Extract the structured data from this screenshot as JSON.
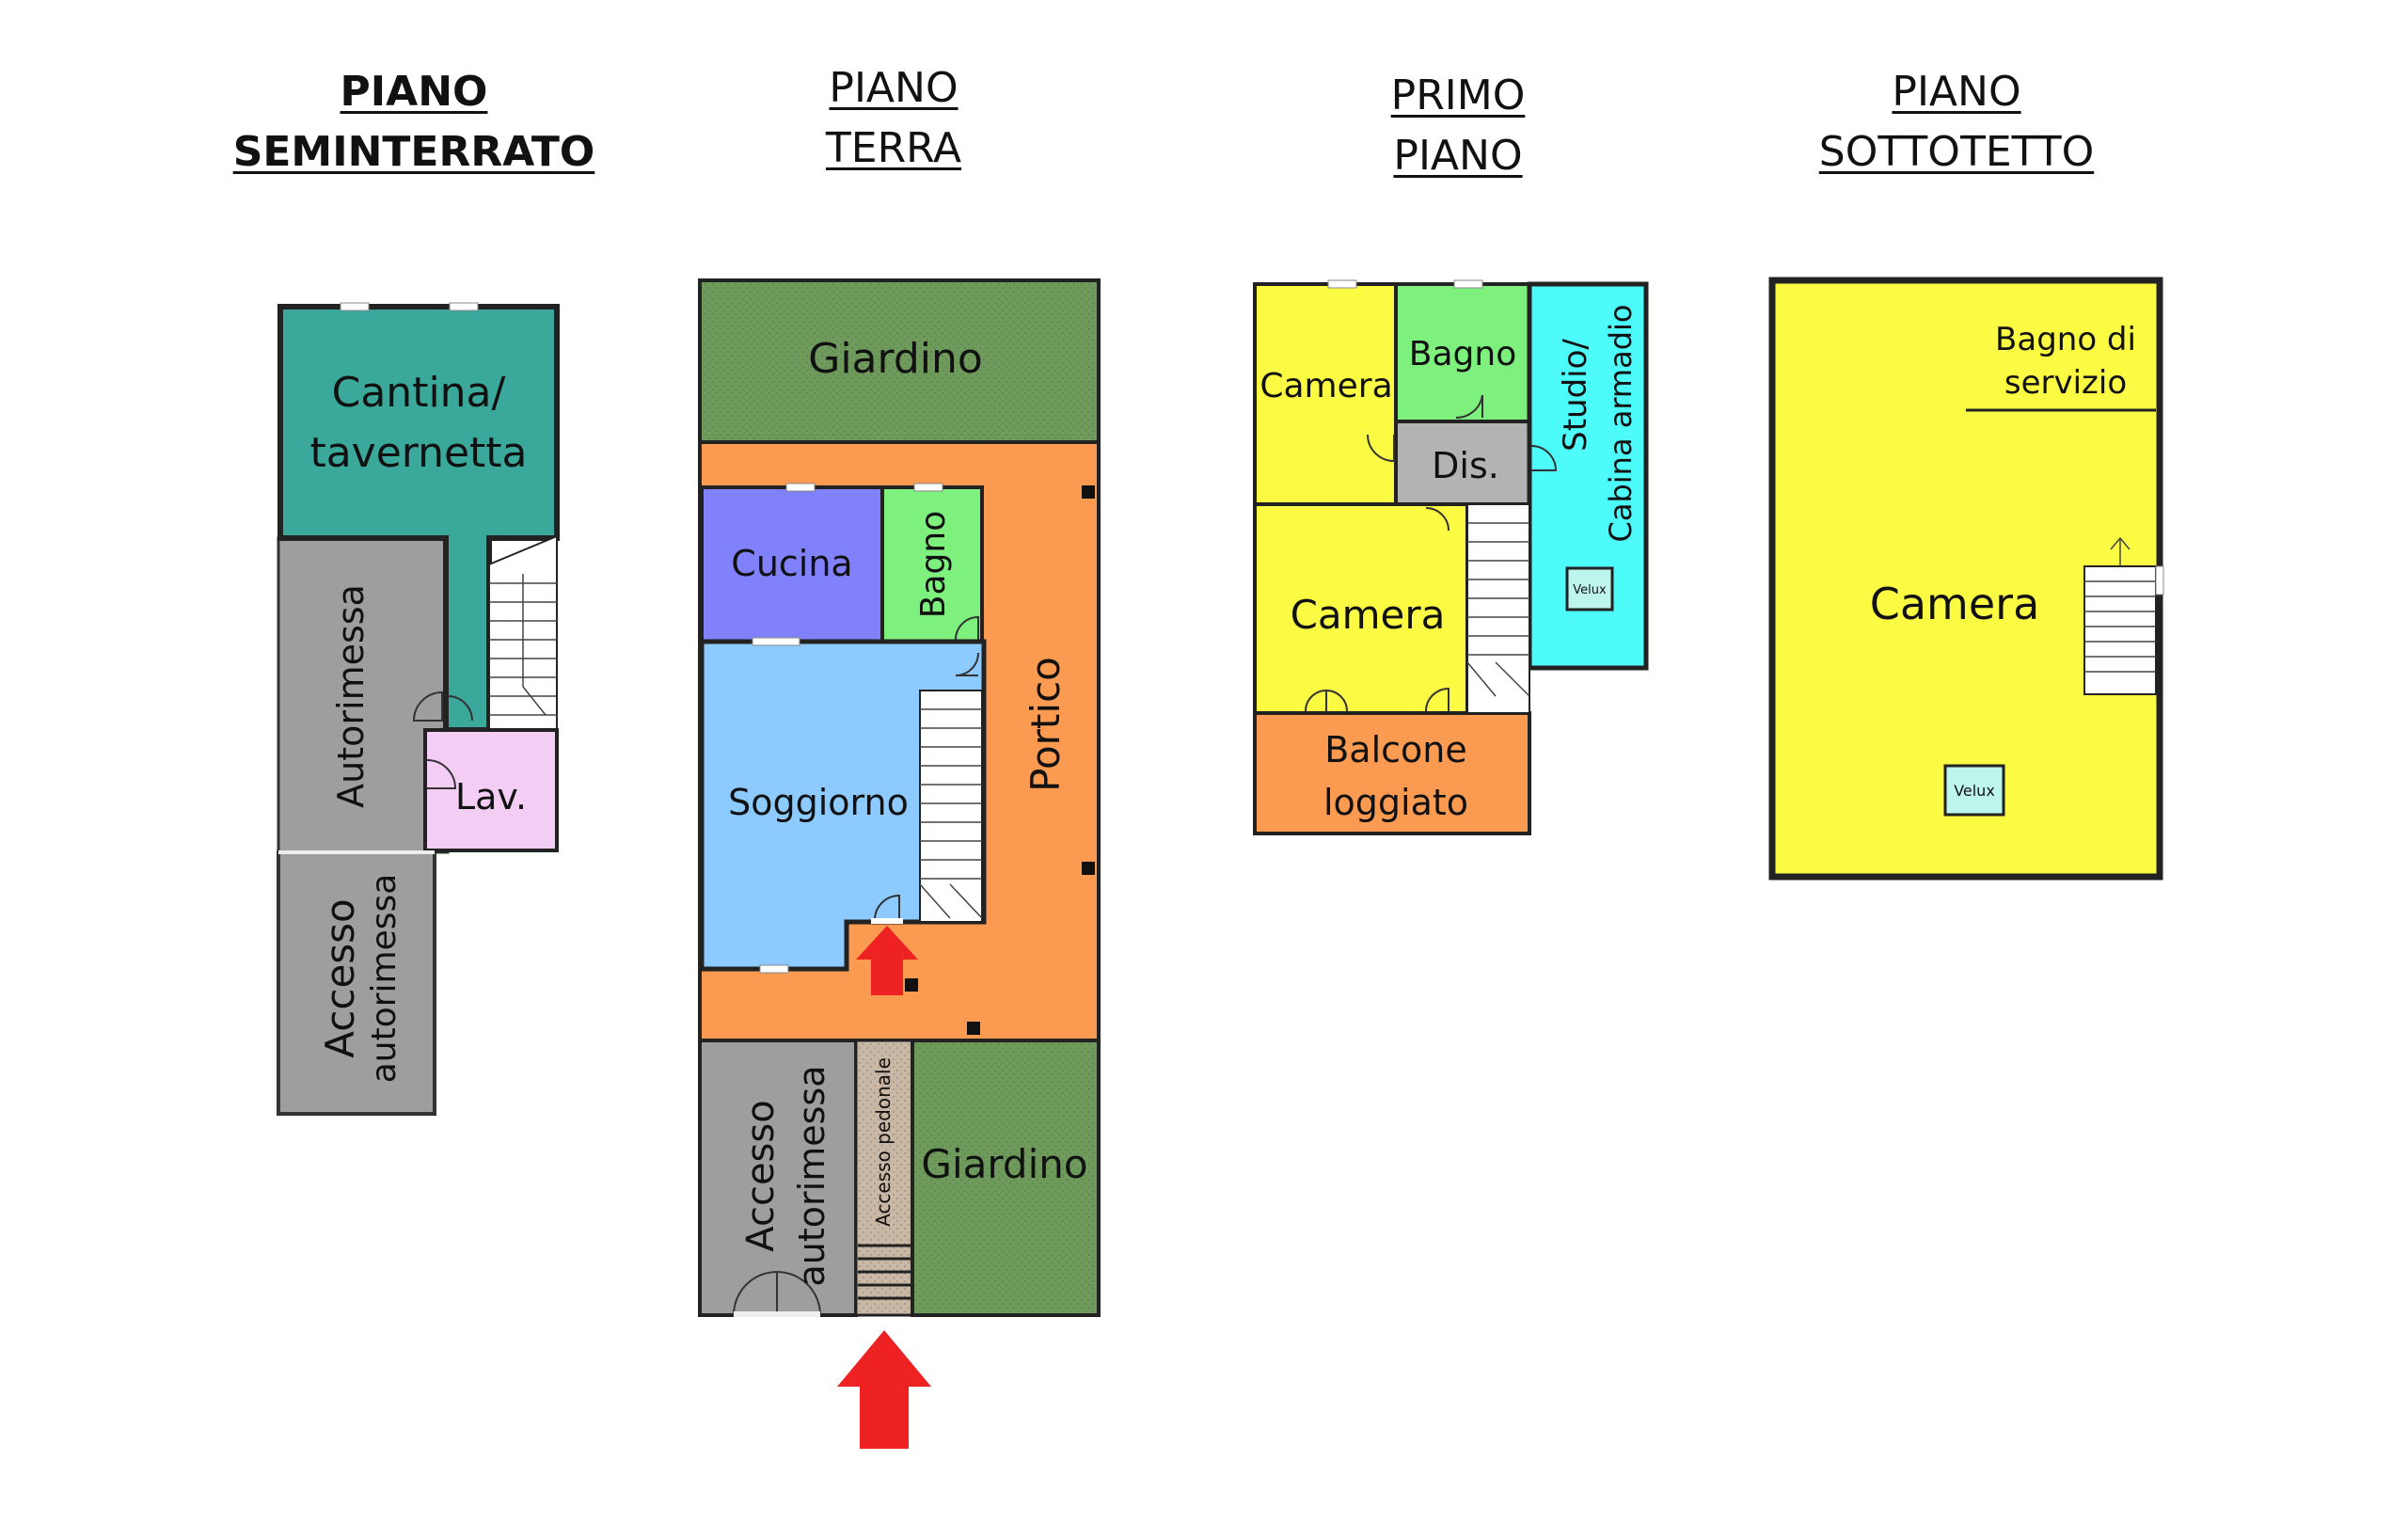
{
  "floors": [
    {
      "title_line1": "PIANO",
      "title_line2": "SEMINTERRATO"
    },
    {
      "title_line1": "PIANO",
      "title_line2": "TERRA"
    },
    {
      "title_line1": "PRIMO",
      "title_line2": "PIANO"
    },
    {
      "title_line1": "PIANO",
      "title_line2": "SOTTOTETTO"
    }
  ],
  "rooms": {
    "cantina_line1": "Cantina/",
    "cantina_line2": "tavernetta",
    "autorimessa": "Autorimessa",
    "lav": "Lav.",
    "accesso_autorimessa_line1": "Accesso",
    "accesso_autorimessa_line2": "autorimessa",
    "giardino": "Giardino",
    "cucina": "Cucina",
    "bagno": "Bagno",
    "portico": "Portico",
    "soggiorno": "Soggiorno",
    "accesso_pedonale": "Accesso pedonale",
    "camera": "Camera",
    "dis": "Dis.",
    "studio_line1": "Studio/",
    "studio_line2": "Cabina armadio",
    "velux": "Velux",
    "balcone_line1": "Balcone",
    "balcone_line2": "loggiato",
    "bagno_servizio_line1": "Bagno di",
    "bagno_servizio_line2": "servizio"
  },
  "colors": {
    "cantina": "#3aa89a",
    "grey": "#9e9e9e",
    "lav": "#f4cdf4",
    "garden": "#6e9a5c",
    "portico": "#fb9b52",
    "cucina": "#8181fb",
    "bagno": "#7ef07e",
    "soggiorno": "#8ccaff",
    "camera": "#fbfb44",
    "dis": "#b3b3b3",
    "studio": "#4dfbfb",
    "velux": "#bdf5ec",
    "pedonale": "#c9b8a6",
    "arrow": "#ee2222"
  }
}
